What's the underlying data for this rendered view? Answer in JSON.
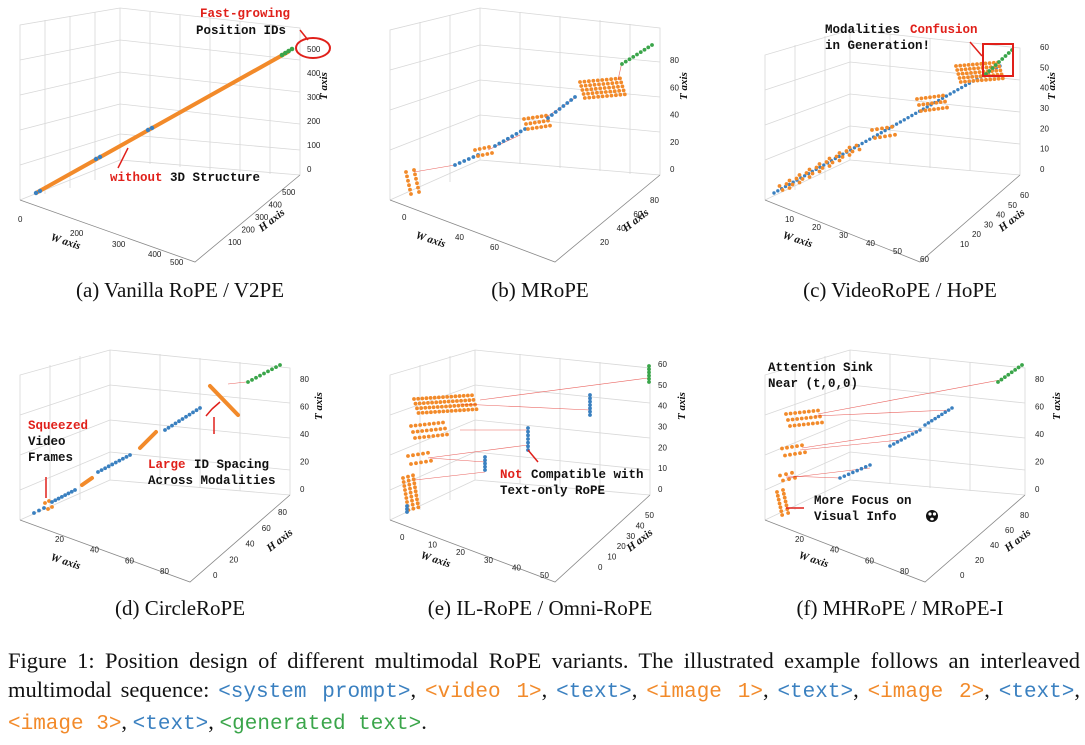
{
  "panels": [
    {
      "caption": "(a) Vanilla RoPE / V2PE",
      "t_ticks": [
        "500",
        "400",
        "300",
        "200",
        "100",
        "0"
      ],
      "w_ticks": [
        "0",
        "200",
        "300",
        "400",
        "500"
      ],
      "h_ticks": [
        "100",
        "200",
        "300",
        "400",
        "500"
      ],
      "ann1_red": "Fast-growing",
      "ann1_black": "Position IDs",
      "ann2_red": "without",
      "ann2_black": "3D Structure"
    },
    {
      "caption": "(b) MRoPE",
      "t_ticks": [
        "80",
        "60",
        "40",
        "20",
        "0"
      ],
      "w_ticks": [
        "0",
        "40",
        "60"
      ],
      "h_ticks": [
        "20",
        "40",
        "60",
        "80"
      ]
    },
    {
      "caption": "(c) VideoRoPE / HoPE",
      "t_ticks": [
        "60",
        "50",
        "40",
        "30",
        "20",
        "10",
        "0"
      ],
      "w_ticks": [
        "10",
        "20",
        "30",
        "40",
        "50",
        "60"
      ],
      "h_ticks": [
        "10",
        "20",
        "30",
        "40",
        "50",
        "60"
      ],
      "ann1_black": "Modalities",
      "ann1_red": "Confusion",
      "ann2_black": "in Generation!"
    },
    {
      "caption": "(d) CircleRoPE",
      "t_ticks": [
        "80",
        "60",
        "40",
        "20",
        "0"
      ],
      "w_ticks": [
        "20",
        "40",
        "60",
        "80"
      ],
      "h_ticks": [
        "0",
        "20",
        "40",
        "60",
        "80"
      ],
      "ann1_red": "Squeezed",
      "ann1_black_a": "Video",
      "ann1_black_b": "Frames",
      "ann2_red": "Large",
      "ann2_black_a": "ID Spacing",
      "ann2_black_b": "Across Modalities"
    },
    {
      "caption": "(e) IL-RoPE / Omni-RoPE",
      "t_ticks": [
        "60",
        "50",
        "40",
        "30",
        "20",
        "10",
        "0"
      ],
      "w_ticks": [
        "0",
        "10",
        "20",
        "30",
        "40",
        "50"
      ],
      "h_ticks": [
        "0",
        "10",
        "20",
        "30",
        "40",
        "50"
      ],
      "ann1_red": "Not",
      "ann1_black_a": "Compatible with",
      "ann1_black_b": "Text-only RoPE"
    },
    {
      "caption": "(f) MHRoPE / MRoPE-I",
      "t_ticks": [
        "80",
        "60",
        "40",
        "20",
        "0"
      ],
      "w_ticks": [
        "20",
        "40",
        "60",
        "80"
      ],
      "h_ticks": [
        "0",
        "20",
        "40",
        "60",
        "80"
      ],
      "ann1_black_a": "Attention Sink",
      "ann1_black_b": "Near (t,0,0)",
      "ann2_black_a": "More Focus on",
      "ann2_black_b": "Visual Info"
    }
  ],
  "axis_labels": {
    "t": "T axis",
    "w": "W axis",
    "h": "H axis"
  },
  "caption": {
    "lead": "Figure 1: Position design of different multimodal RoPE variants. The illustrated example follows an interleaved multimodal sequence: ",
    "tokens": [
      {
        "text": "<system prompt>",
        "color": "blue"
      },
      {
        "text": "<video 1>",
        "color": "orange"
      },
      {
        "text": "<text>",
        "color": "blue"
      },
      {
        "text": "<image 1>",
        "color": "orange"
      },
      {
        "text": "<text>",
        "color": "blue"
      },
      {
        "text": "<image 2>",
        "color": "orange"
      },
      {
        "text": "<text>",
        "color": "blue"
      },
      {
        "text": "<image 3>",
        "color": "orange"
      },
      {
        "text": "<text>",
        "color": "blue"
      },
      {
        "text": "<generated text>",
        "color": "green"
      }
    ],
    "sep": ", ",
    "end": "."
  },
  "colors": {
    "text_blue": "#3a80c0",
    "visual_orange": "#f28a2a",
    "generated_green": "#3aa54a",
    "annotation_red": "#e0201a"
  }
}
